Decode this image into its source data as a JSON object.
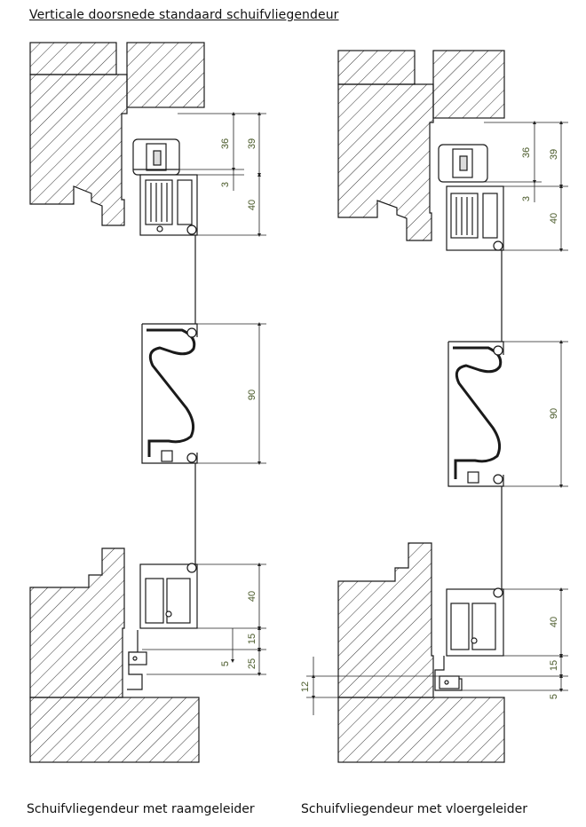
{
  "title": "Verticale doorsnede standaard schuifvliegendeur",
  "captions": {
    "left": "Schuifvliegendeur met raamgeleider",
    "right": "Schuifvliegendeur met vloergeleider"
  },
  "left_dims": {
    "d36": "36",
    "d39": "39",
    "d3": "3",
    "d40_top": "40",
    "d90": "90",
    "d40_bottom": "40",
    "d15": "15",
    "d5": "5",
    "d25": "25"
  },
  "right_dims": {
    "d36": "36",
    "d39": "39",
    "d3": "3",
    "d40_top": "40",
    "d90": "90",
    "d40_bottom": "40",
    "d15": "15",
    "d12": "12",
    "d5": "5"
  },
  "colors": {
    "line": "#1a1a1a",
    "hatch": "#333333",
    "dimension_text": "#4a5a2a"
  }
}
